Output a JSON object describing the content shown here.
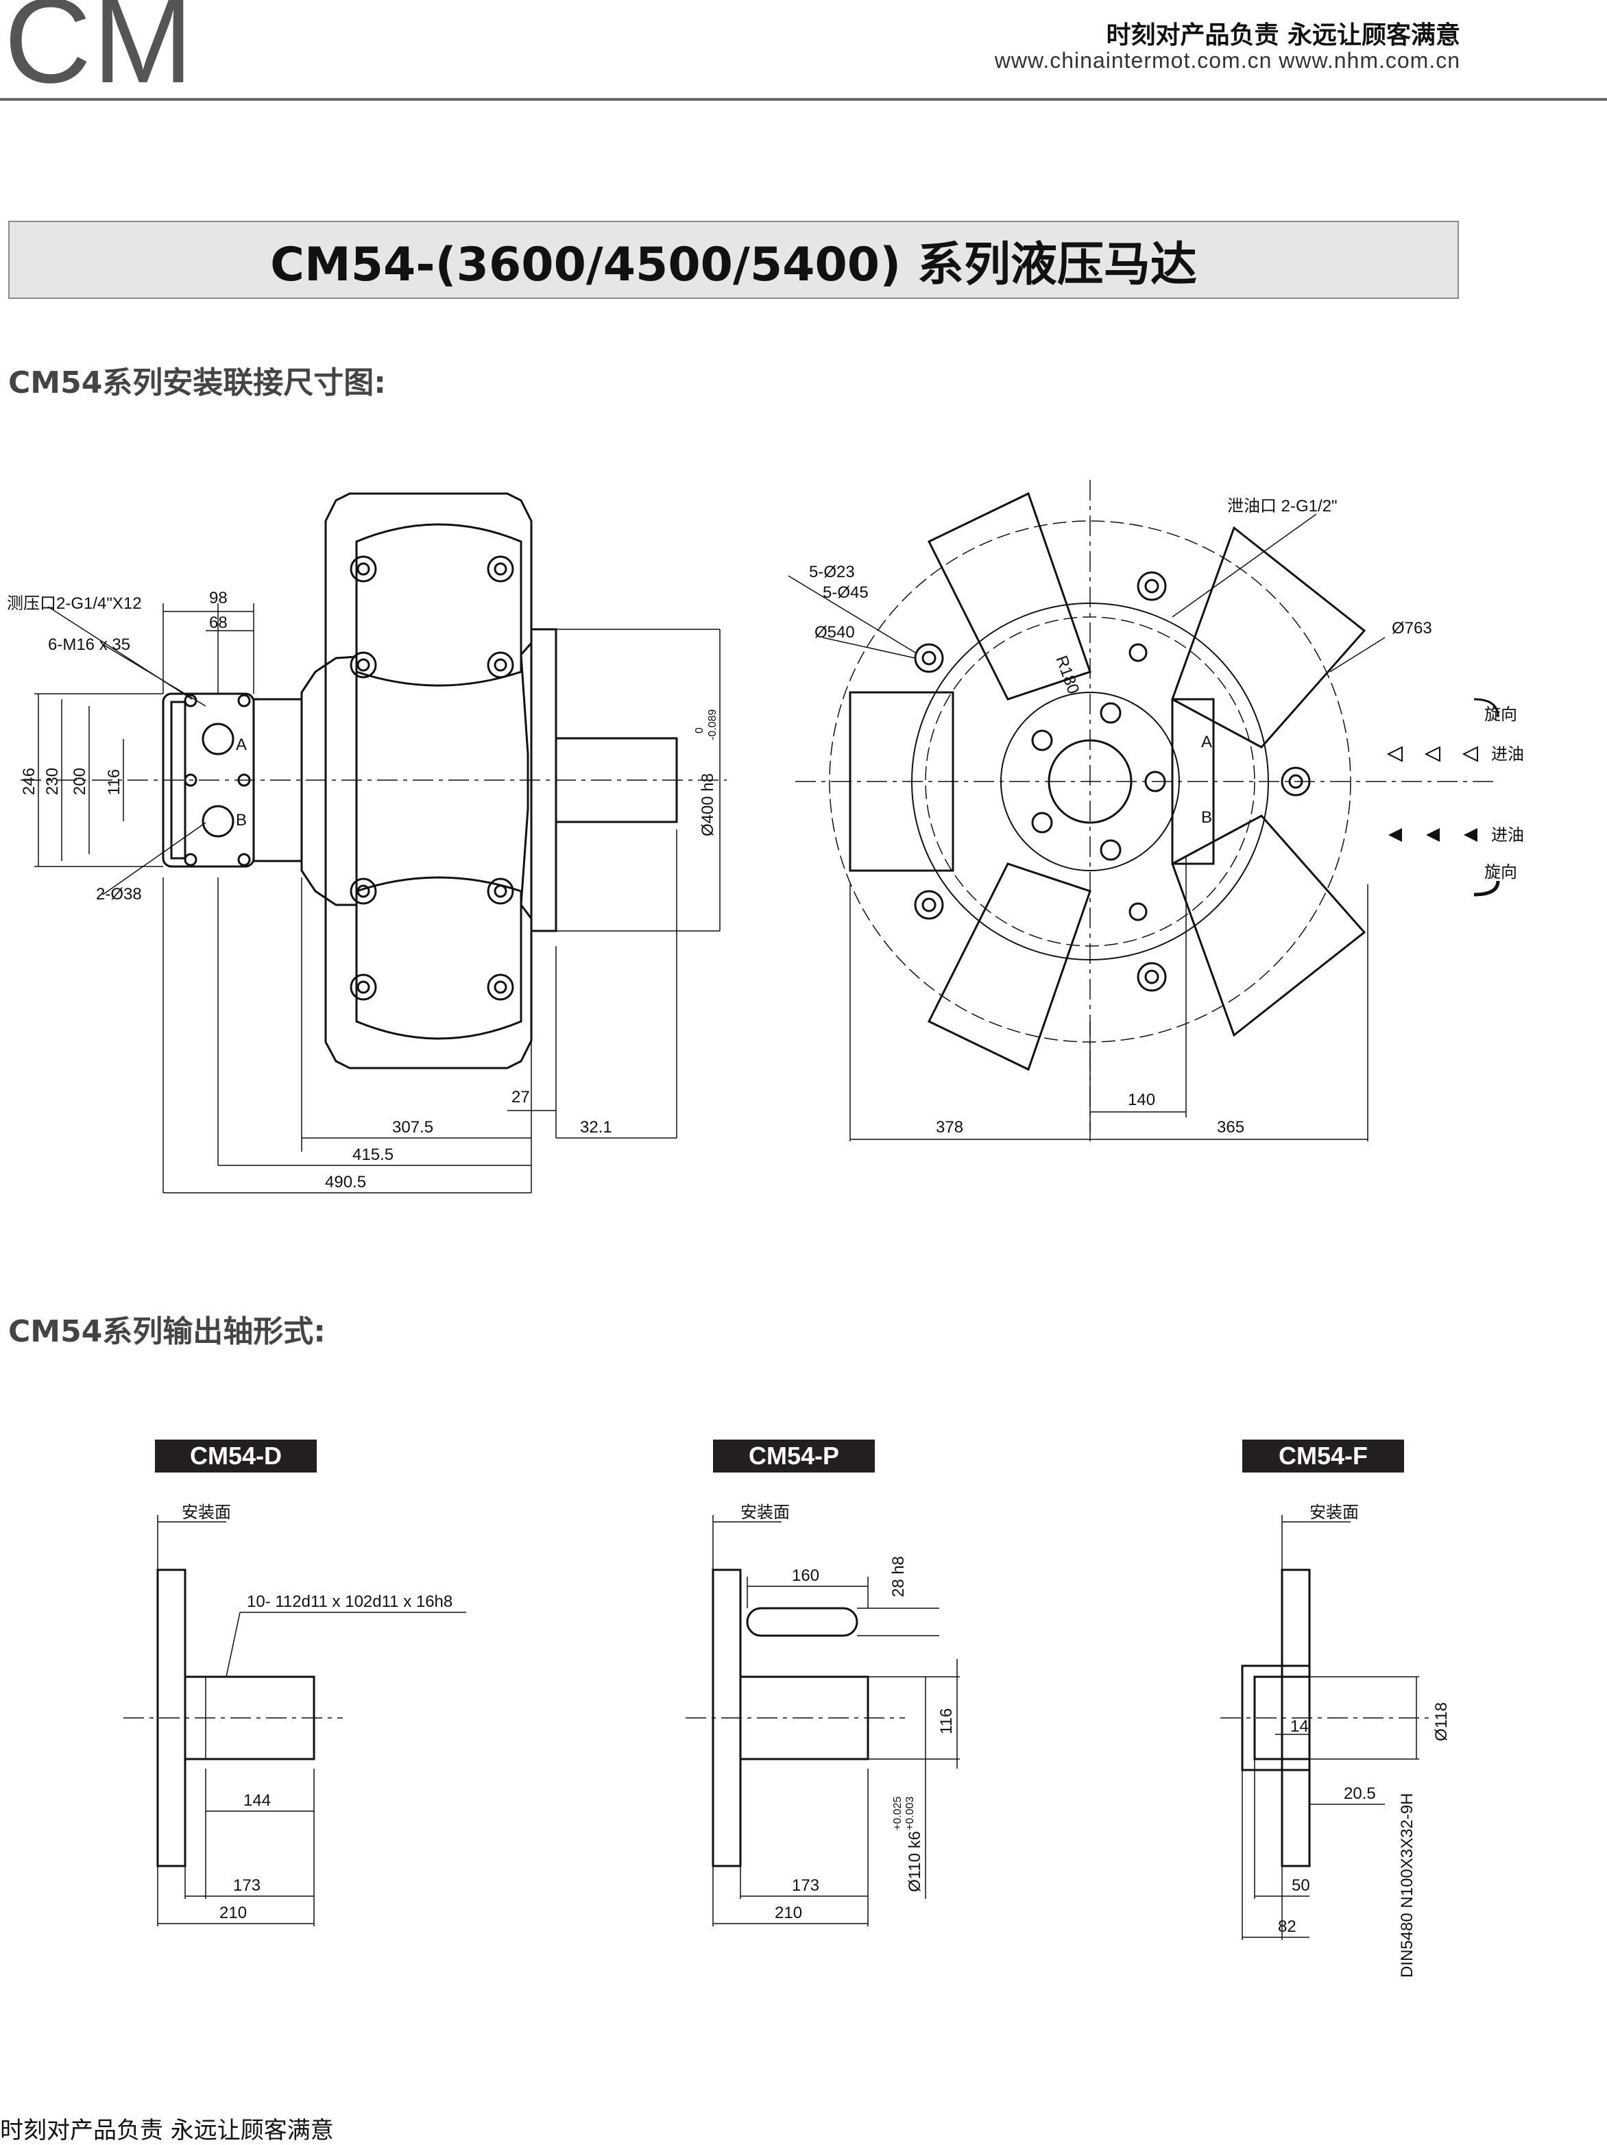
{
  "header": {
    "brand": "CM",
    "slogan": "时刻对产品负责  永远让顾客满意",
    "urls": "www.chinaintermot.com.cn  www.nhm.com.cn"
  },
  "title": "CM54-(3600/4500/5400) 系列液压马达",
  "section_install": "CM54系列安装联接尺寸图:",
  "section_shaft": "CM54系列输出轴形式:",
  "side_view": {
    "pressure_port": "测压口2-G1/4\"X12",
    "bolt": "6-M16 x 35",
    "dim_98": "98",
    "dim_68": "68",
    "dim_246": "246",
    "dim_230": "230",
    "dim_200": "200",
    "dim_116": "116",
    "port_a": "A",
    "port_b": "B",
    "holes_38": "2-Ø38",
    "shaft_dia": "Ø400 h8",
    "tol_upper": "0",
    "tol_lower": "-0.089",
    "dim_27": "27",
    "dim_307": "307.5",
    "dim_321": "32.1",
    "dim_415": "415.5",
    "dim_490": "490.5"
  },
  "front_view": {
    "holes_23": "5-Ø23",
    "holes_45": "5-Ø45",
    "dia_540": "Ø540",
    "drain_port": "泄油口 2-G1/2\"",
    "dia_763": "Ø763",
    "r180": "R180",
    "port_a": "A",
    "port_b": "B",
    "rot1": "旋向",
    "in1": "进油",
    "in2": "进油",
    "rot2": "旋向",
    "dim_140": "140",
    "dim_378": "378",
    "dim_365": "365"
  },
  "shafts": {
    "d": {
      "tag": "CM54-D",
      "mount": "安装面",
      "spline": "10- 112d11 x 102d11 x 16h8",
      "dim_144": "144",
      "dim_173": "173",
      "dim_210": "210"
    },
    "p": {
      "tag": "CM54-P",
      "mount": "安装面",
      "dim_160": "160",
      "dim_28": "28 h8",
      "dim_116": "116",
      "dim_110": "Ø110 k6",
      "tol_upper": "+0.025",
      "tol_lower": "+0.003",
      "dim_173": "173",
      "dim_210": "210"
    },
    "f": {
      "tag": "CM54-F",
      "mount": "安装面",
      "dim_14": "14",
      "dim_118": "Ø118",
      "dim_20": "20.5",
      "spline": "DIN5480  N100X3X32-9H",
      "dim_50": "50",
      "dim_82": "82"
    }
  },
  "footer": "时刻对产品负责 永远让顾客满意"
}
